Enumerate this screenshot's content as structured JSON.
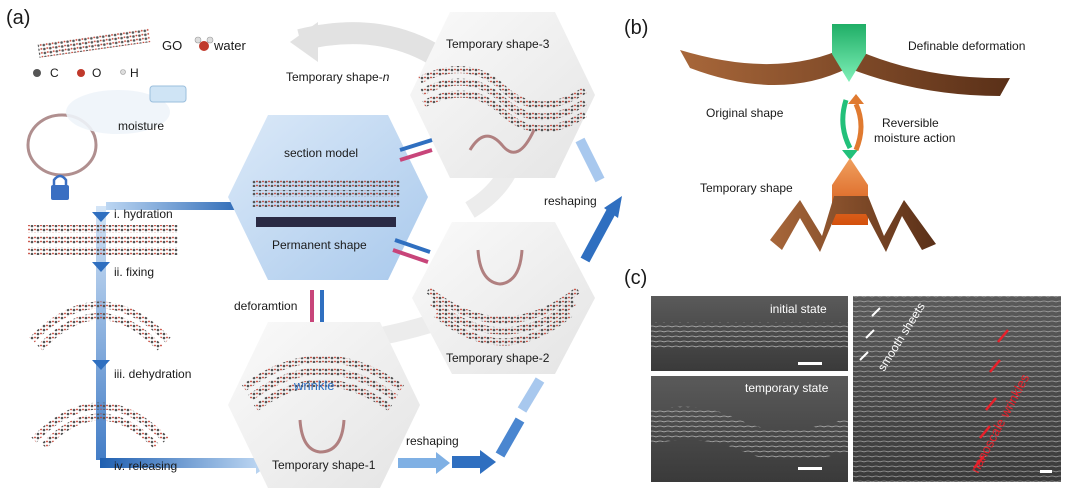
{
  "panel_a": {
    "label": "(a)",
    "legend": {
      "go": "GO",
      "water": "water",
      "c": "C",
      "o": "O",
      "h": "H"
    },
    "moisture": "moisture",
    "steps": [
      "i. hydration",
      "ii. fixing",
      "iii. dehydration",
      "iv. releasing"
    ],
    "section_model": "section model",
    "permanent_shape": "Permanent shape",
    "deformation": "deforamtion",
    "wrinkle": "wrinkle",
    "temporary_shape_1": "Temporary shape-1",
    "temporary_shape_2": "Temporary shape-2",
    "temporary_shape_3": "Temporary shape-3",
    "temporary_shape_n_prefix": "Temporary shape-",
    "temporary_shape_n_suffix": "n",
    "reshaping_bottom": "reshaping",
    "reshaping_right": "reshaping"
  },
  "panel_b": {
    "label": "(b)",
    "definable": "Definable deformation",
    "original": "Original shape",
    "reversible_line1": "Reversible",
    "reversible_line2": "moisture action",
    "temporary": "Temporary shape"
  },
  "panel_c": {
    "label": "(c)",
    "initial": "initial state",
    "temporary": "temporary state",
    "smooth": "smooth sheets",
    "nanoscale": "nanoscale wrinkles"
  },
  "colors": {
    "blue_arrow": "#2f6fc0",
    "pink_arrow": "#c8457a",
    "green_tip": "#22c07a",
    "orange_tip": "#e06a1a",
    "red_label": "#e8202a"
  }
}
